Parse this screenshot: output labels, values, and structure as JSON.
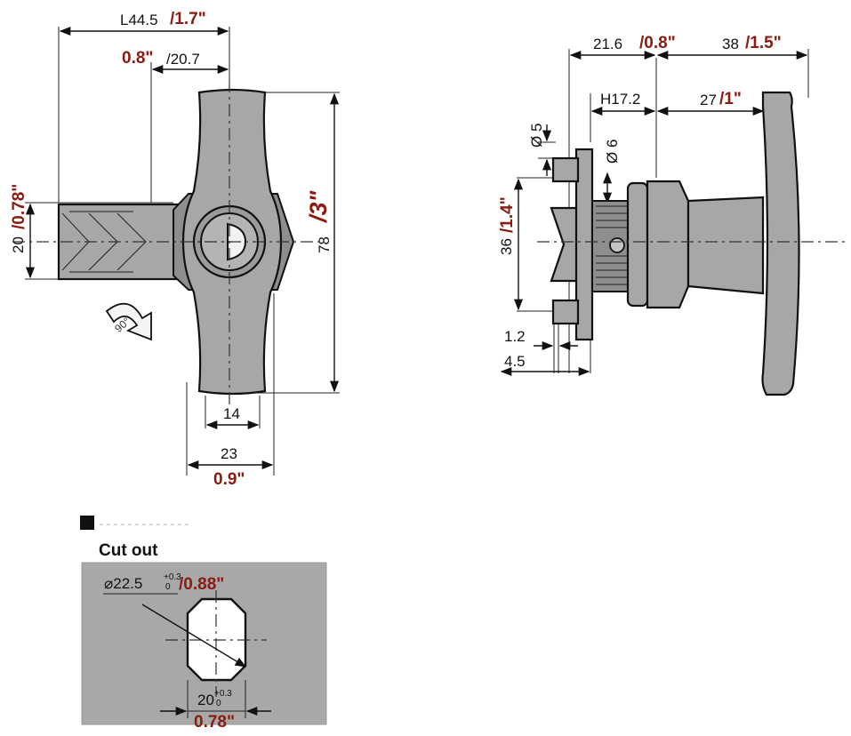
{
  "dimensions": {
    "front_length_mm": "L44.5",
    "front_length_in": "/1.7\"",
    "offset_in": "0.8\"",
    "offset_mm": "/20.7",
    "width_mm": "20",
    "width_in": "/0.78\"",
    "height_mm": "78",
    "height_in": "/3\"",
    "inner_width_mm": "14",
    "handle_width_mm": "23",
    "handle_width_in": "0.9\"",
    "rotation": "90°",
    "side_depth_mm": "21.6",
    "side_depth_in": "/0.8\"",
    "side_total_mm": "38",
    "side_total_in": "/1.5\"",
    "body_height": "H17.2",
    "grip_mm": "27",
    "grip_in": "/1\"",
    "dia5": "Ø 5",
    "dia6": "Ø 6",
    "side_height_mm": "36",
    "side_height_in": "/1.4\"",
    "plate_mm": "1.2",
    "plate_total_mm": "4.5"
  },
  "cutout": {
    "title": "Cut out",
    "diameter": "⌀22.5",
    "diameter_tol": "+0.3",
    "diameter_tol2": "0",
    "diameter_in": "/0.88\"",
    "flat_mm": "20",
    "flat_tol": "+0.3",
    "flat_tol2": "0",
    "flat_in": "0.78\""
  }
}
